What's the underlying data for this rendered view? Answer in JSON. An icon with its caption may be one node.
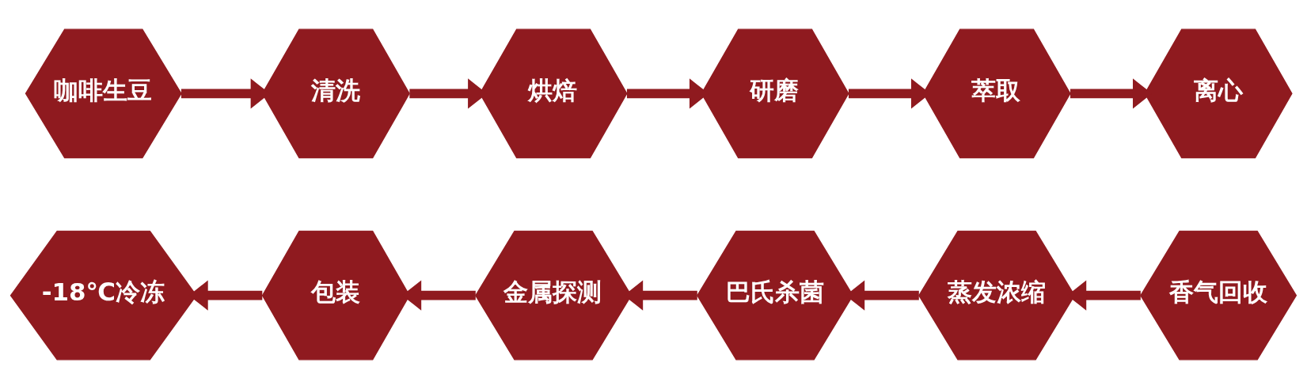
{
  "diagram": {
    "nodes": [
      {
        "text": [
          "咖啡生豆"
        ]
      },
      {
        "text": [
          "清洗"
        ]
      },
      {
        "text": [
          "烘焙"
        ]
      },
      {
        "text": [
          "研磨"
        ]
      },
      {
        "text": [
          "萃取"
        ]
      },
      {
        "text": [
          "离心"
        ]
      },
      {
        "text": [
          "-18℃冷冻"
        ]
      },
      {
        "text": [
          "包装"
        ]
      },
      {
        "text": [
          "金属探测"
        ]
      },
      {
        "text": [
          "巴氏杀菌"
        ]
      },
      {
        "text": [
          "蒸发浓缩"
        ]
      },
      {
        "text": [
          "香气回收"
        ]
      }
    ],
    "edges": [
      {
        "from": 0,
        "to": 1,
        "arrow": "to"
      },
      {
        "from": 1,
        "to": 2,
        "arrow": "to"
      },
      {
        "from": 2,
        "to": 3,
        "arrow": "to"
      },
      {
        "from": 3,
        "to": 4,
        "arrow": "to"
      },
      {
        "from": 4,
        "to": 5,
        "arrow": "to"
      },
      {
        "from": 11,
        "to": 10,
        "arrow": "to"
      },
      {
        "from": 10,
        "to": 9,
        "arrow": "to"
      },
      {
        "from": 9,
        "to": 8,
        "arrow": "to"
      },
      {
        "from": 8,
        "to": 7,
        "arrow": "to"
      },
      {
        "from": 7,
        "to": 6,
        "arrow": "to"
      }
    ]
  }
}
